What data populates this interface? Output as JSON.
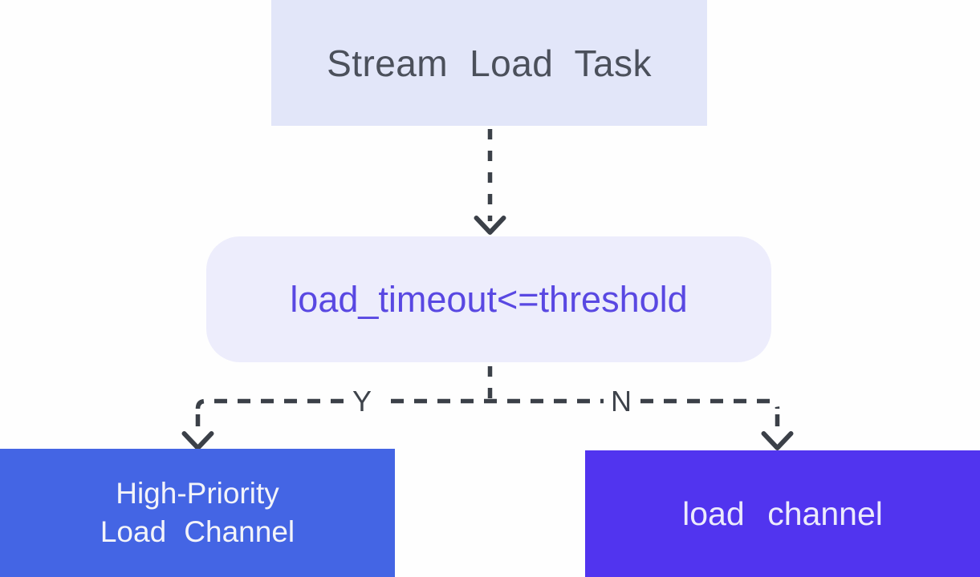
{
  "colors": {
    "canvas_bg": "#fefefe",
    "top_node_bg": "#e2e6f9",
    "top_node_text": "#4b505b",
    "condition_node_bg": "#ededfc",
    "condition_node_text": "#5948e2",
    "left_node_bg": "#4465e4",
    "left_node_text": "#f3f4f9",
    "right_node_bg": "#5134ef",
    "right_node_text": "#eceafc",
    "connector": "#3b4048",
    "branch_label_text": "#3e434b"
  },
  "nodes": {
    "stream_load_task": {
      "label": "Stream Load Task"
    },
    "condition": {
      "label": "load_timeout<=threshold"
    },
    "high_priority_channel": {
      "line1": "High-Priority",
      "line2": "Load Channel"
    },
    "load_channel": {
      "label": "load channel"
    }
  },
  "branches": {
    "yes_label": "Y",
    "no_label": "N"
  }
}
